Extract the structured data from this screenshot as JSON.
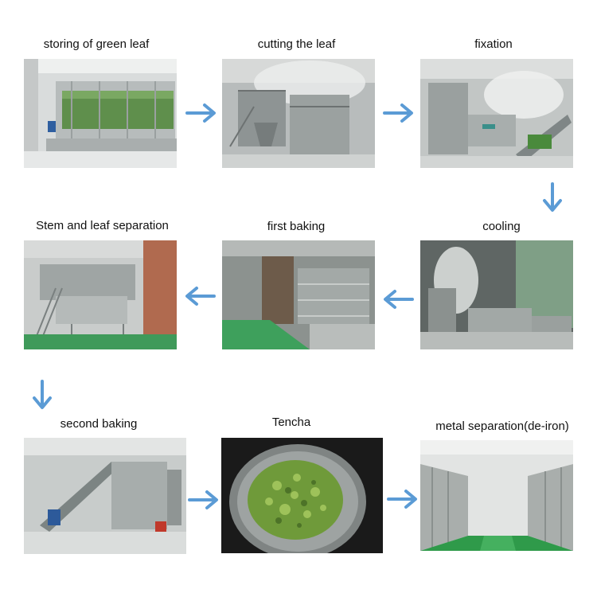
{
  "steps": [
    {
      "label": "storing of green leaf"
    },
    {
      "label": "cutting the leaf"
    },
    {
      "label": "fixation"
    },
    {
      "label": "cooling"
    },
    {
      "label": "first baking"
    },
    {
      "label": "Stem and leaf separation"
    },
    {
      "label": "second baking"
    },
    {
      "label": "Tencha"
    },
    {
      "label": "metal separation(de-iron)"
    }
  ],
  "colors": {
    "arrow": "#5b9bd5"
  }
}
